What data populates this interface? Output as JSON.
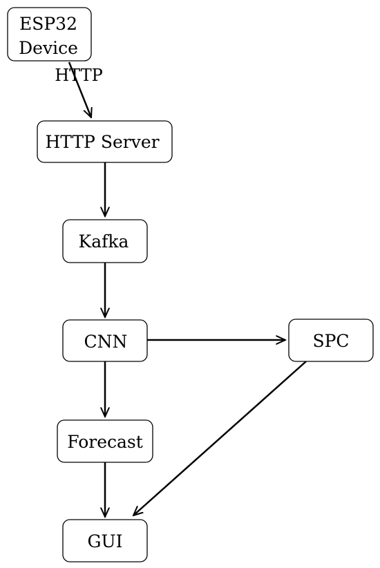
{
  "nodes": {
    "esp32": {
      "line1": "ESP32",
      "line2": "Device"
    },
    "http_server": {
      "label": "HTTP Server"
    },
    "kafka": {
      "label": "Kafka"
    },
    "cnn": {
      "label": "CNN"
    },
    "spc": {
      "label": "SPC"
    },
    "forecast": {
      "label": "Forecast"
    },
    "gui": {
      "label": "GUI"
    }
  },
  "edges": [
    {
      "from": "esp32",
      "to": "http_server",
      "label": "HTTP"
    },
    {
      "from": "http_server",
      "to": "kafka"
    },
    {
      "from": "kafka",
      "to": "cnn"
    },
    {
      "from": "cnn",
      "to": "spc"
    },
    {
      "from": "cnn",
      "to": "forecast"
    },
    {
      "from": "forecast",
      "to": "gui"
    },
    {
      "from": "spc",
      "to": "gui"
    }
  ]
}
